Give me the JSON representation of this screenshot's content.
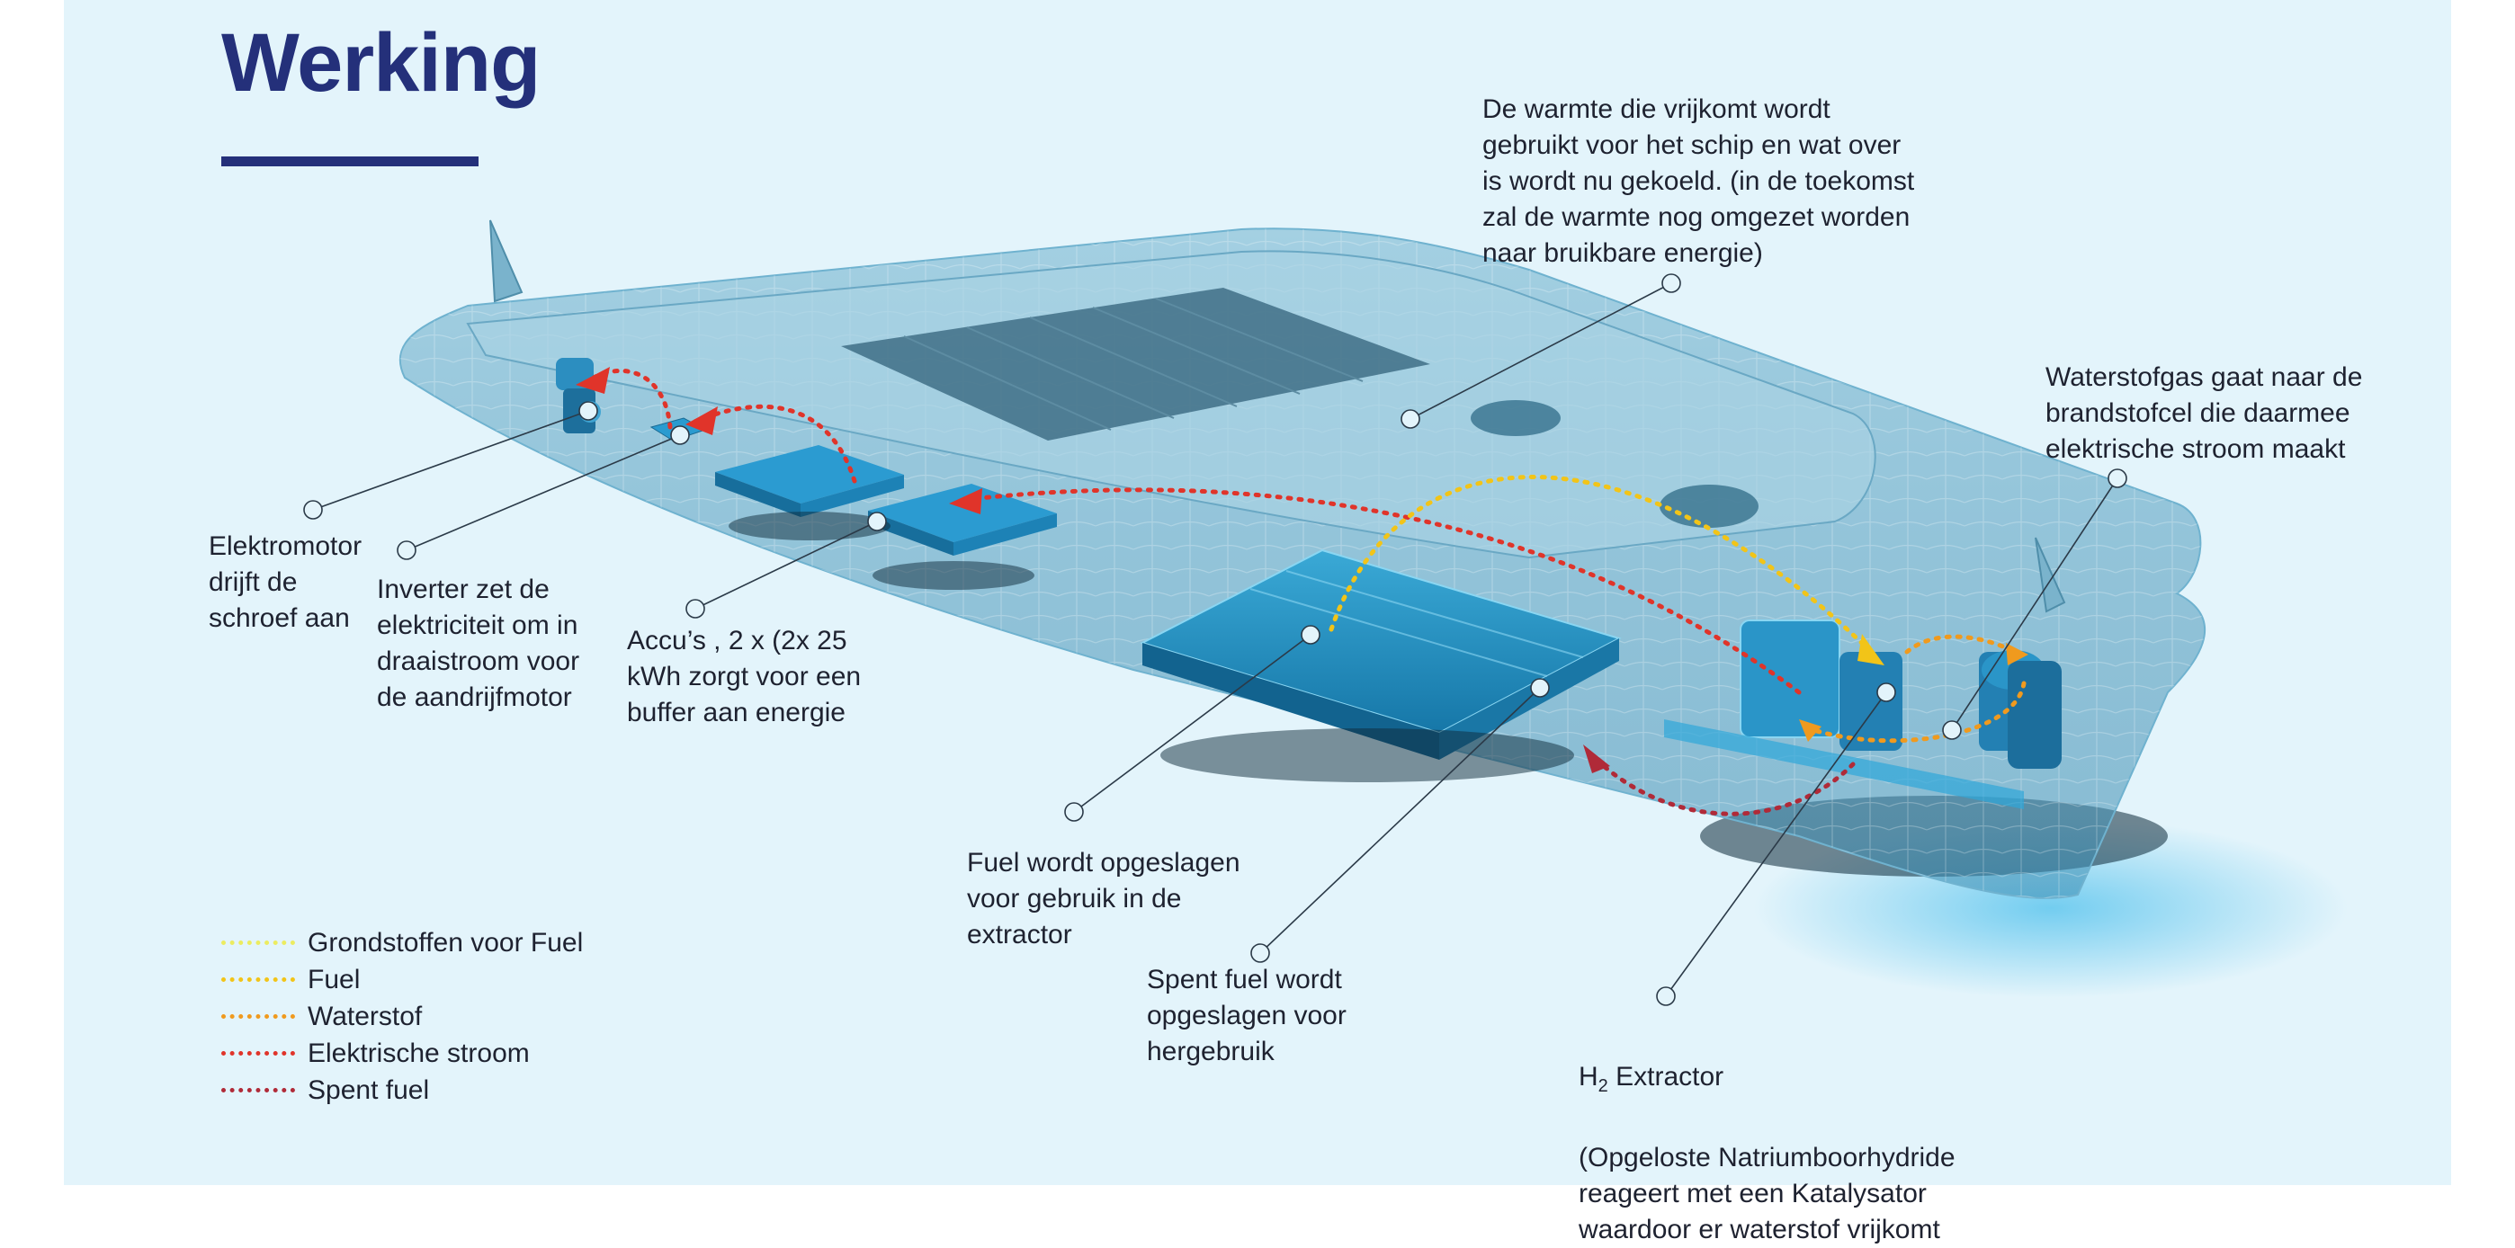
{
  "title": "Werking",
  "colors": {
    "background": "#e3f4fb",
    "title": "#24307a",
    "grondstoffen": "#ecec60",
    "fuel": "#f2c418",
    "waterstof": "#f09a1e",
    "elektrische_stroom": "#e0342a",
    "spent_fuel": "#b02a38"
  },
  "labels": {
    "warmte": "De warmte die vrijkomt wordt\ngebruikt voor het schip en wat over\nis wordt nu gekoeld. (in de toekomst\nzal de warmte nog omgezet worden\nnaar bruikbare energie)",
    "waterstofgas": "Waterstofgas gaat naar de\nbrandstofcel die daarmee\nelektrische stroom maakt",
    "elektromotor": "Elektromotor\ndrijft de\nschroef aan",
    "inverter": "Inverter zet de\nelektriciteit om in\ndraaistroom voor\nde aandrijfmotor",
    "accus": "Accu’s , 2 x (2x 25\nkWh zorgt voor een\nbuffer aan energie",
    "fuel_opslag": "Fuel wordt opgeslagen\nvoor gebruik in de\nextractor",
    "spent_fuel": "Spent fuel wordt\nopgeslagen voor\nhergebruik",
    "extractor_h": "H",
    "extractor_sub": "2",
    "extractor_title": " Extractor",
    "extractor_body": "(Opgeloste Natriumboorhydride\nreageert met een Katalysator\nwaardoor er waterstof vrijkomt"
  },
  "legend": [
    {
      "label": "Grondstoffen voor Fuel",
      "color": "#ecec60"
    },
    {
      "label": "Fuel",
      "color": "#f2c418"
    },
    {
      "label": "Waterstof",
      "color": "#f09a1e"
    },
    {
      "label": "Elektrische stroom",
      "color": "#e0342a"
    },
    {
      "label": "Spent fuel",
      "color": "#b02a38"
    }
  ]
}
